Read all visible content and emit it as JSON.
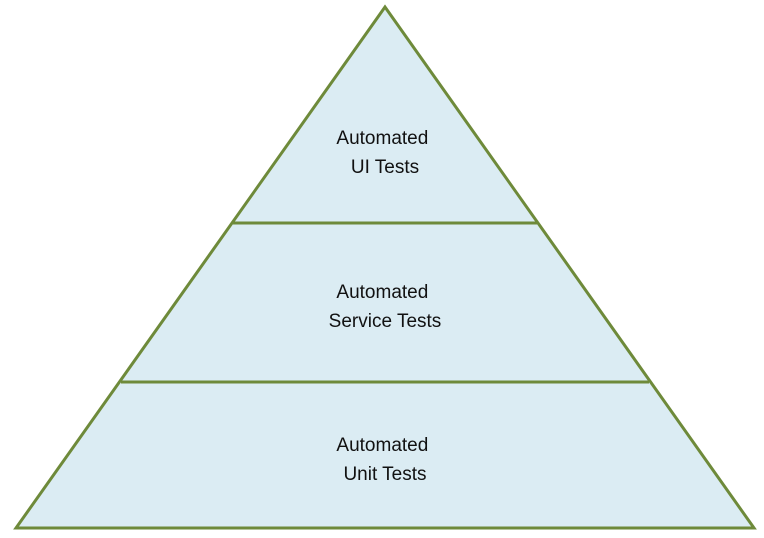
{
  "pyramid": {
    "fill_color": "#dbecf3",
    "stroke_color": "#6e8a3a",
    "tiers": [
      {
        "line1": "Automated",
        "line2": "UI Tests"
      },
      {
        "line1": "Automated",
        "line2": "Service Tests"
      },
      {
        "line1": "Automated",
        "line2": "Unit Tests"
      }
    ]
  }
}
